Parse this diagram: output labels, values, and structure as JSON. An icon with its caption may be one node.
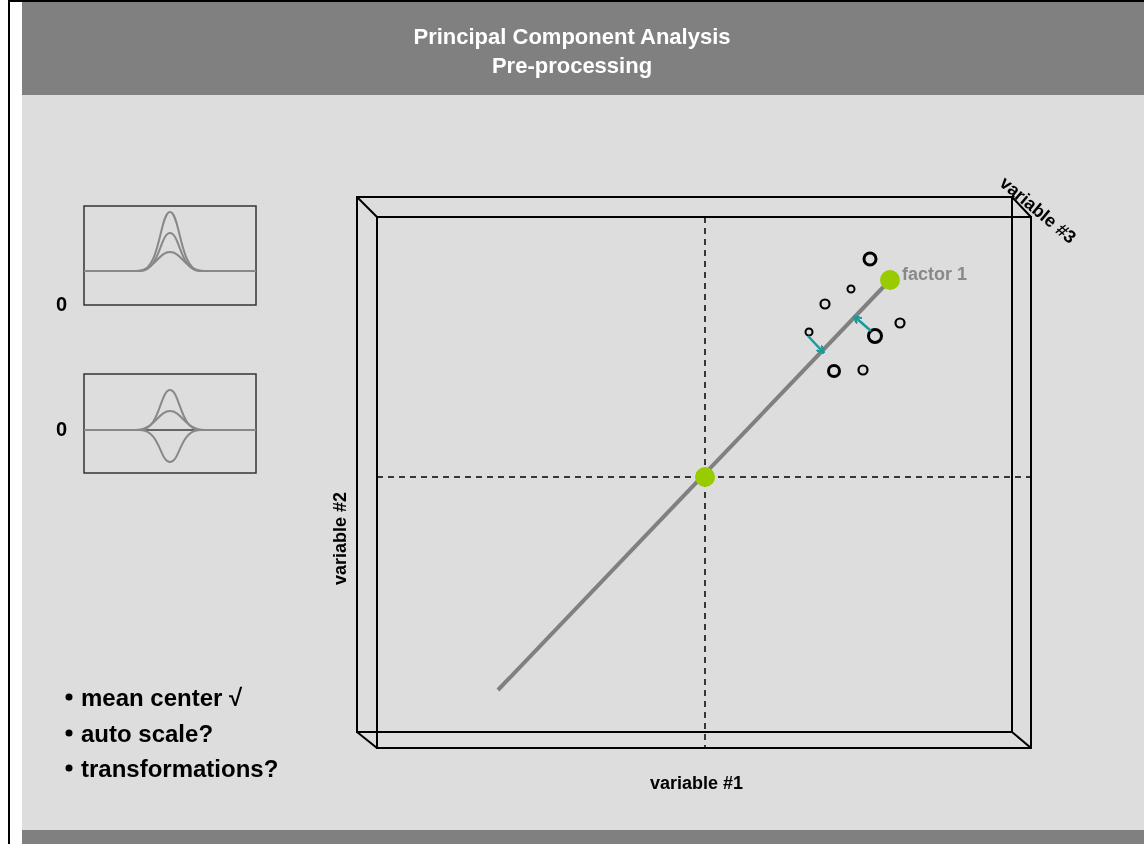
{
  "diagram": {
    "title": "Principal Component Analysis Pre-processing",
    "labels": [
      "0",
      "0",
      "variable #3",
      "factor 1",
      "variable #2",
      "variable #1",
      "mean center √",
      "auto scale?",
      "transformations?"
    ]
  }
}
